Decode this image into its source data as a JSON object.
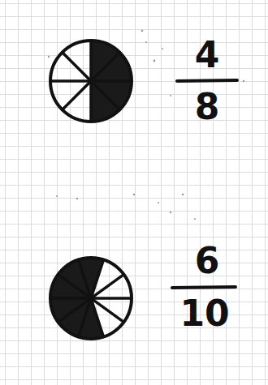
{
  "diagram": {
    "labels": [
      "4",
      "8",
      "6",
      "10"
    ]
  }
}
